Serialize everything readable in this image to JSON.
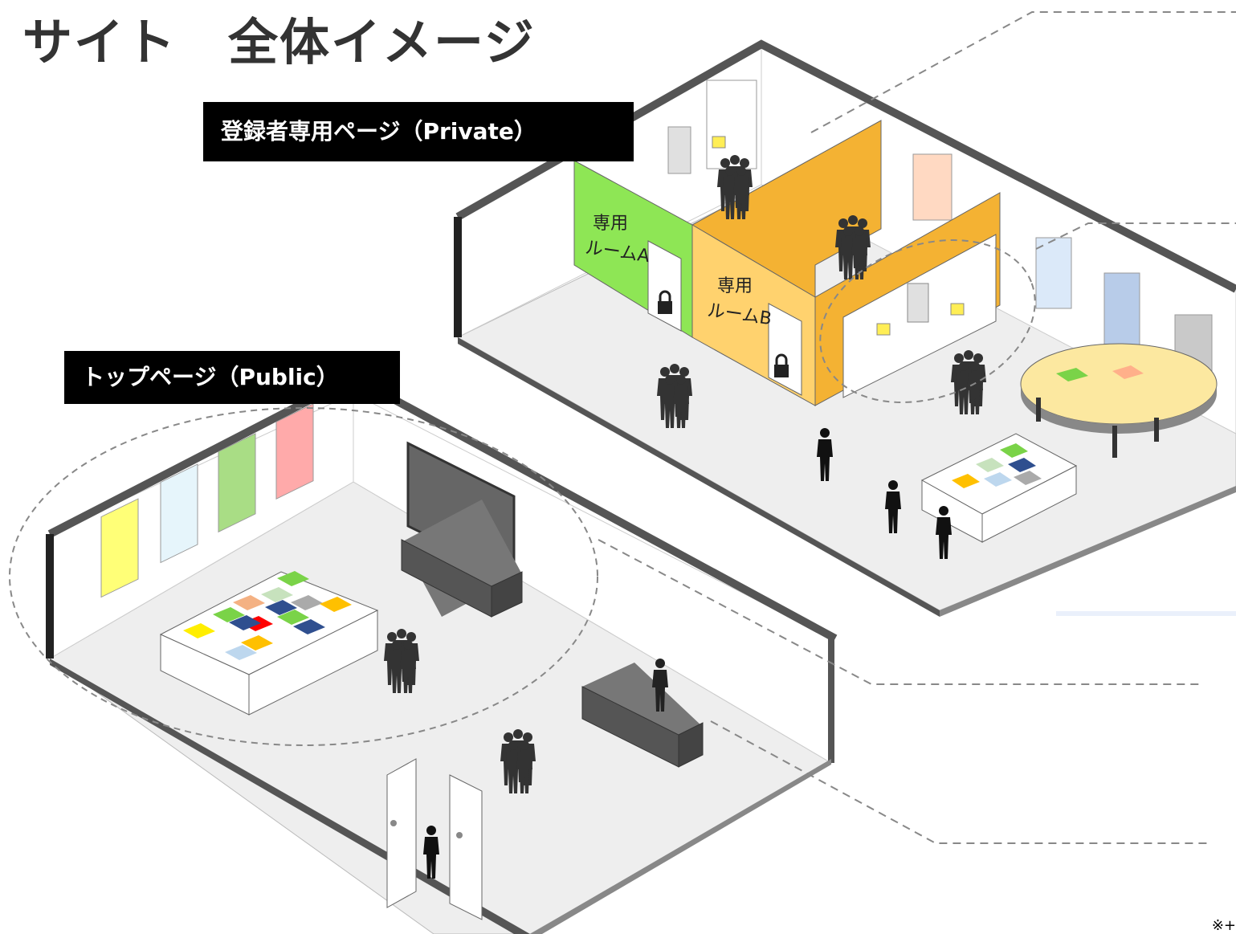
{
  "title": "サイト　全体イメージ",
  "private_area": {
    "label": "登録者専用ページ（Private）"
  },
  "public_area": {
    "label": "トップページ（Public）"
  },
  "rooms": {
    "room_a": {
      "line1": "専用",
      "line2": "ルームA"
    },
    "room_b": {
      "line1": "専用",
      "line2": "ルームB"
    }
  },
  "footnote": "※+",
  "colors": {
    "room_a": "#8ee655",
    "room_b_front": "#ffd26e",
    "orange_wall": "#f4b233",
    "wall_frame": "#555555",
    "floor": "#eeeeee"
  },
  "icons": [
    "lock-icon",
    "person-icon",
    "people-group-icon",
    "tv-icon",
    "door-icon",
    "table-icon"
  ]
}
